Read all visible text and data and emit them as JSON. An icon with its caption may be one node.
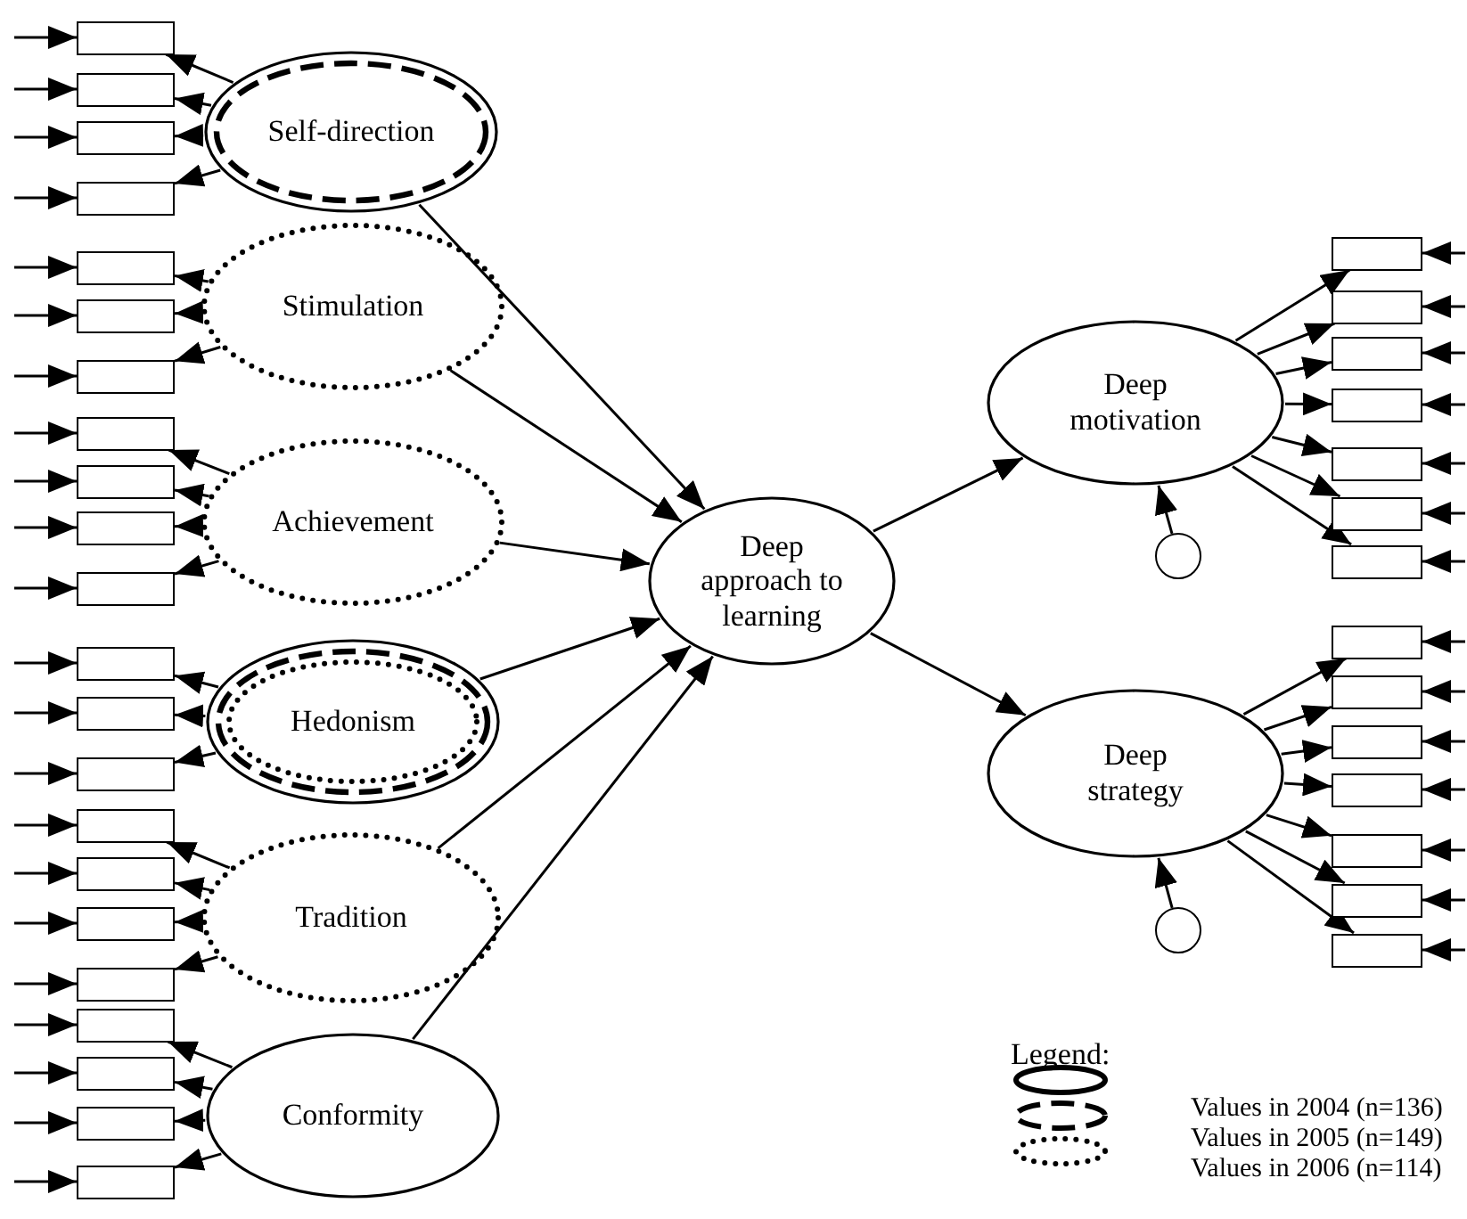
{
  "diagram": {
    "nodes": [
      {
        "text": [
          "Self-direction"
        ]
      },
      {
        "text": [
          "Stimulation"
        ]
      },
      {
        "text": [
          "Achievement"
        ]
      },
      {
        "text": [
          "Hedonism"
        ]
      },
      {
        "text": [
          "Tradition"
        ]
      },
      {
        "text": [
          "Conformity"
        ]
      },
      {
        "text": [
          "Deep approach to learning"
        ]
      },
      {
        "text": [
          "Deep motivation"
        ]
      },
      {
        "text": [
          "Deep strategy"
        ]
      },
      {
        "text": [],
        "shape": "circle"
      },
      {
        "text": [],
        "shape": "circle"
      },
      {
        "text": [],
        "shape": "box"
      },
      {
        "text": [],
        "shape": "box"
      },
      {
        "text": [],
        "shape": "box"
      },
      {
        "text": [],
        "shape": "box"
      },
      {
        "text": [],
        "shape": "box"
      },
      {
        "text": [],
        "shape": "box"
      },
      {
        "text": [],
        "shape": "box"
      },
      {
        "text": [],
        "shape": "box"
      },
      {
        "text": [],
        "shape": "box"
      },
      {
        "text": [],
        "shape": "box"
      },
      {
        "text": [],
        "shape": "box"
      },
      {
        "text": [],
        "shape": "box"
      },
      {
        "text": [],
        "shape": "box"
      },
      {
        "text": [],
        "shape": "box"
      },
      {
        "text": [],
        "shape": "box"
      },
      {
        "text": [],
        "shape": "box"
      },
      {
        "text": [],
        "shape": "box"
      },
      {
        "text": [],
        "shape": "box"
      },
      {
        "text": [],
        "shape": "box"
      },
      {
        "text": [],
        "shape": "box"
      },
      {
        "text": [],
        "shape": "box"
      },
      {
        "text": [],
        "shape": "box"
      },
      {
        "text": [],
        "shape": "box"
      },
      {
        "text": [],
        "shape": "box"
      },
      {
        "text": [],
        "shape": "box"
      },
      {
        "text": [],
        "shape": "box"
      },
      {
        "text": [],
        "shape": "box"
      },
      {
        "text": [],
        "shape": "box"
      },
      {
        "text": [],
        "shape": "box"
      },
      {
        "text": [],
        "shape": "box"
      },
      {
        "text": [],
        "shape": "box"
      },
      {
        "text": [],
        "shape": "box"
      },
      {
        "text": [],
        "shape": "box"
      },
      {
        "text": [],
        "shape": "box"
      },
      {
        "text": [],
        "shape": "box"
      },
      {
        "text": [],
        "shape": "box"
      }
    ],
    "edges": [
      {
        "from": 0,
        "to": 6,
        "arrow": "to"
      },
      {
        "from": 1,
        "to": 6,
        "arrow": "to"
      },
      {
        "from": 2,
        "to": 6,
        "arrow": "to"
      },
      {
        "from": 3,
        "to": 6,
        "arrow": "to"
      },
      {
        "from": 4,
        "to": 6,
        "arrow": "to"
      },
      {
        "from": 5,
        "to": 6,
        "arrow": "to"
      },
      {
        "from": 6,
        "to": 7,
        "arrow": "to"
      },
      {
        "from": 6,
        "to": 8,
        "arrow": "to"
      },
      {
        "from": 9,
        "to": 7,
        "arrow": "to"
      },
      {
        "from": 10,
        "to": 8,
        "arrow": "to"
      },
      {
        "from": 0,
        "to": 11,
        "arrow": "to"
      },
      {
        "from": 0,
        "to": 12,
        "arrow": "to"
      },
      {
        "from": 0,
        "to": 13,
        "arrow": "to"
      },
      {
        "from": 0,
        "to": 14,
        "arrow": "to"
      },
      {
        "from": 1,
        "to": 15,
        "arrow": "to"
      },
      {
        "from": 1,
        "to": 16,
        "arrow": "to"
      },
      {
        "from": 1,
        "to": 17,
        "arrow": "to"
      },
      {
        "from": 2,
        "to": 18,
        "arrow": "to"
      },
      {
        "from": 2,
        "to": 19,
        "arrow": "to"
      },
      {
        "from": 2,
        "to": 20,
        "arrow": "to"
      },
      {
        "from": 2,
        "to": 21,
        "arrow": "to"
      },
      {
        "from": 3,
        "to": 22,
        "arrow": "to"
      },
      {
        "from": 3,
        "to": 23,
        "arrow": "to"
      },
      {
        "from": 3,
        "to": 24,
        "arrow": "to"
      },
      {
        "from": 4,
        "to": 25,
        "arrow": "to"
      },
      {
        "from": 4,
        "to": 26,
        "arrow": "to"
      },
      {
        "from": 4,
        "to": 27,
        "arrow": "to"
      },
      {
        "from": 4,
        "to": 28,
        "arrow": "to"
      },
      {
        "from": 5,
        "to": 29,
        "arrow": "to"
      },
      {
        "from": 5,
        "to": 30,
        "arrow": "to"
      },
      {
        "from": 5,
        "to": 31,
        "arrow": "to"
      },
      {
        "from": 5,
        "to": 32,
        "arrow": "to"
      },
      {
        "from": 7,
        "to": 33,
        "arrow": "to"
      },
      {
        "from": 7,
        "to": 34,
        "arrow": "to"
      },
      {
        "from": 7,
        "to": 35,
        "arrow": "to"
      },
      {
        "from": 7,
        "to": 36,
        "arrow": "to"
      },
      {
        "from": 7,
        "to": 37,
        "arrow": "to"
      },
      {
        "from": 7,
        "to": 38,
        "arrow": "to"
      },
      {
        "from": 7,
        "to": 39,
        "arrow": "to"
      },
      {
        "from": 8,
        "to": 40,
        "arrow": "to"
      },
      {
        "from": 8,
        "to": 41,
        "arrow": "to"
      },
      {
        "from": 8,
        "to": 42,
        "arrow": "to"
      },
      {
        "from": 8,
        "to": 43,
        "arrow": "to"
      },
      {
        "from": 8,
        "to": 44,
        "arrow": "to"
      },
      {
        "from": 8,
        "to": 45,
        "arrow": "to"
      },
      {
        "from": 8,
        "to": 46,
        "arrow": "to"
      },
      {
        "from": null,
        "to": 11,
        "arrow": "to"
      },
      {
        "from": null,
        "to": 12,
        "arrow": "to"
      },
      {
        "from": null,
        "to": 13,
        "arrow": "to"
      },
      {
        "from": null,
        "to": 14,
        "arrow": "to"
      },
      {
        "from": null,
        "to": 15,
        "arrow": "to"
      },
      {
        "from": null,
        "to": 16,
        "arrow": "to"
      },
      {
        "from": null,
        "to": 17,
        "arrow": "to"
      },
      {
        "from": null,
        "to": 18,
        "arrow": "to"
      },
      {
        "from": null,
        "to": 19,
        "arrow": "to"
      },
      {
        "from": null,
        "to": 20,
        "arrow": "to"
      },
      {
        "from": null,
        "to": 21,
        "arrow": "to"
      },
      {
        "from": null,
        "to": 22,
        "arrow": "to"
      },
      {
        "from": null,
        "to": 23,
        "arrow": "to"
      },
      {
        "from": null,
        "to": 24,
        "arrow": "to"
      },
      {
        "from": null,
        "to": 25,
        "arrow": "to"
      },
      {
        "from": null,
        "to": 26,
        "arrow": "to"
      },
      {
        "from": null,
        "to": 27,
        "arrow": "to"
      },
      {
        "from": null,
        "to": 28,
        "arrow": "to"
      },
      {
        "from": null,
        "to": 29,
        "arrow": "to"
      },
      {
        "from": null,
        "to": 30,
        "arrow": "to"
      },
      {
        "from": null,
        "to": 31,
        "arrow": "to"
      },
      {
        "from": null,
        "to": 32,
        "arrow": "to"
      },
      {
        "from": null,
        "to": 33,
        "arrow": "to"
      },
      {
        "from": null,
        "to": 34,
        "arrow": "to"
      },
      {
        "from": null,
        "to": 35,
        "arrow": "to"
      },
      {
        "from": null,
        "to": 36,
        "arrow": "to"
      },
      {
        "from": null,
        "to": 37,
        "arrow": "to"
      },
      {
        "from": null,
        "to": 38,
        "arrow": "to"
      },
      {
        "from": null,
        "to": 39,
        "arrow": "to"
      },
      {
        "from": null,
        "to": 40,
        "arrow": "to"
      },
      {
        "from": null,
        "to": 41,
        "arrow": "to"
      },
      {
        "from": null,
        "to": 42,
        "arrow": "to"
      },
      {
        "from": null,
        "to": 43,
        "arrow": "to"
      },
      {
        "from": null,
        "to": 44,
        "arrow": "to"
      },
      {
        "from": null,
        "to": 45,
        "arrow": "to"
      },
      {
        "from": null,
        "to": 46,
        "arrow": "to"
      }
    ],
    "labels": [
      "Legend:"
    ],
    "legend": [
      {
        "text": "Values in 2004 (n=136)"
      },
      {
        "text": "Values in 2005 (n=149)"
      },
      {
        "text": "Values in 2006 (n=114)"
      }
    ]
  }
}
